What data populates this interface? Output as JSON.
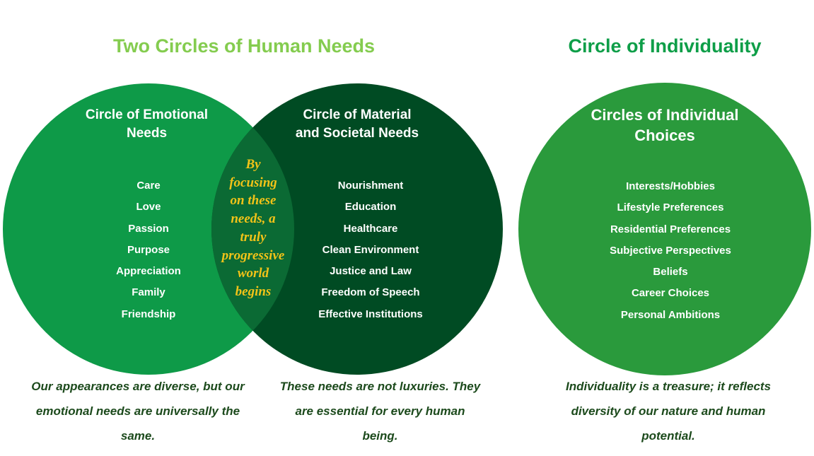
{
  "titles": {
    "left": "Two Circles of Human Needs",
    "right": "Circle of Individuality"
  },
  "colors": {
    "left_title": "#84cc4f",
    "right_title": "#0e9e48",
    "emotional_circle": "#0e9a48",
    "material_circle": "#004b23",
    "overlap": "#0b6a34",
    "individual_circle": "#2a9a3c",
    "overlap_text": "#f2c318"
  },
  "emotional": {
    "title_line1": "Circle of Emotional",
    "title_line2": "Needs",
    "items": [
      "Care",
      "Love",
      "Passion",
      "Purpose",
      "Appreciation",
      "Family",
      "Friendship"
    ],
    "caption_lines": [
      "Our appearances are diverse, but our",
      "emotional needs are universally the",
      "same."
    ]
  },
  "material": {
    "title_line1": "Circle of Material",
    "title_line2": "and Societal Needs",
    "items": [
      "Nourishment",
      "Education",
      "Healthcare",
      "Clean Environment",
      "Justice and Law",
      "Freedom of Speech",
      "Effective Institutions"
    ],
    "caption_lines": [
      "These needs are not luxuries. They",
      "are essential for every human",
      "being."
    ]
  },
  "overlap": {
    "lines": [
      "By",
      "focusing",
      "on these",
      "needs, a",
      "truly",
      "progressive",
      "world",
      "begins"
    ]
  },
  "individual": {
    "title_line1": "Circles of Individual",
    "title_line2": "Choices",
    "items": [
      "Interests/Hobbies",
      "Lifestyle Preferences",
      "Residential Preferences",
      "Subjective Perspectives",
      "Beliefs",
      "Career Choices",
      "Personal Ambitions"
    ],
    "caption_lines": [
      "Individuality is a treasure; it reflects",
      "diversity of our nature and human",
      "potential."
    ]
  }
}
